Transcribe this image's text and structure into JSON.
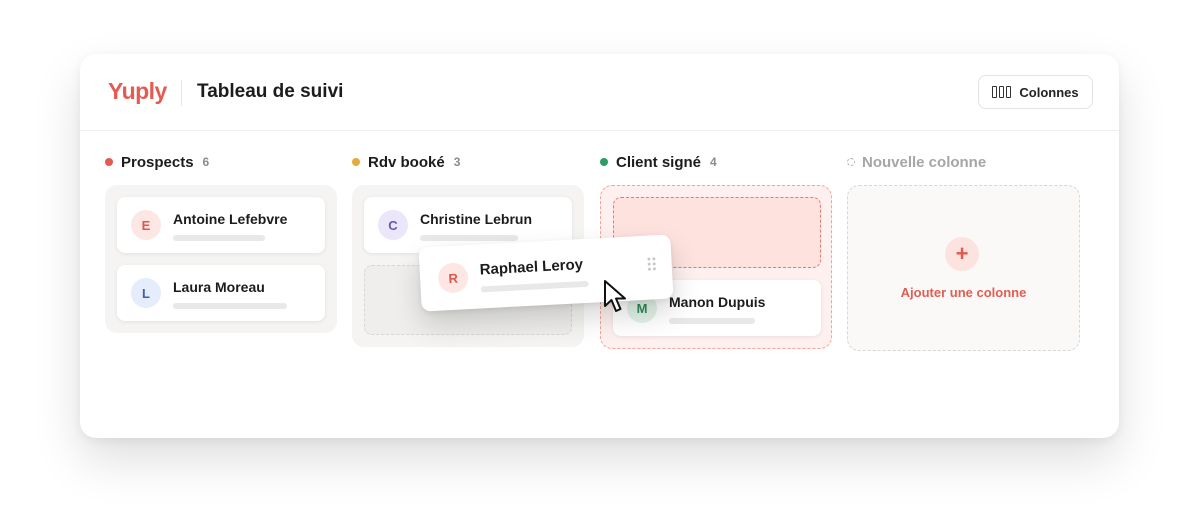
{
  "app": {
    "brand": "Yuply",
    "title": "Tableau de suivi",
    "columns_button": "Colonnes"
  },
  "colors": {
    "brand": "#e55b52",
    "prospects": "#e35a4f",
    "rdv": "#e6a93b",
    "client": "#2e9d62"
  },
  "columns": [
    {
      "title": "Prospects",
      "count": "6",
      "cards": [
        {
          "initial": "E",
          "name": "Antoine Lefebvre"
        },
        {
          "initial": "L",
          "name": "Laura Moreau"
        }
      ]
    },
    {
      "title": "Rdv booké",
      "count": "3",
      "cards": [
        {
          "initial": "C",
          "name": "Christine Lebrun"
        }
      ]
    },
    {
      "title": "Client signé",
      "count": "4",
      "cards": [
        {
          "initial": "M",
          "name": "Manon Dupuis"
        }
      ]
    }
  ],
  "new_column": {
    "title": "Nouvelle colonne",
    "add_label": "Ajouter une colonne",
    "add_icon": "+"
  },
  "dragged_card": {
    "initial": "R",
    "name": "Raphael Leroy"
  }
}
